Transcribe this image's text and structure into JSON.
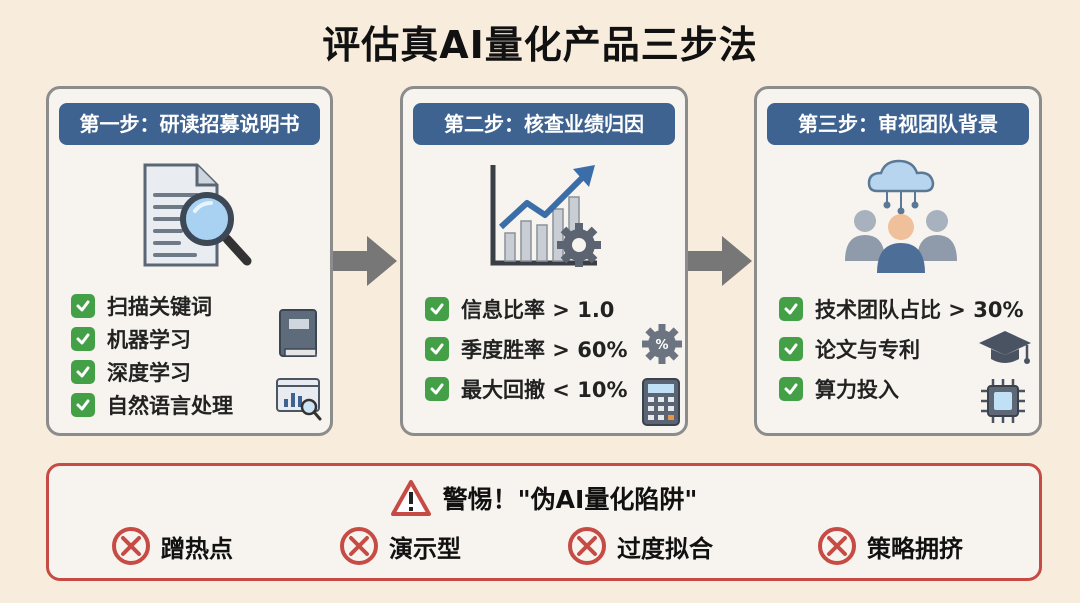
{
  "title": "评估真AI量化产品三步法",
  "steps": [
    {
      "label": "第一步：研读招募说明书",
      "image": "document-magnifier",
      "items": [
        "扫描关键词",
        "机器学习",
        "深度学习",
        "自然语言处理"
      ],
      "side_icons": [
        "book-icon",
        "chart-search-icon"
      ]
    },
    {
      "label": "第二步：核查业绩归因",
      "image": "rising-chart-gear",
      "items": [
        "信息比率 > 1.0",
        "季度胜率 > 60%",
        "最大回撤 < 10%"
      ],
      "side_icons": [
        "percent-gear-icon",
        "calculator-icon"
      ]
    },
    {
      "label": "第三步：审视团队背景",
      "image": "cloud-team",
      "items": [
        "技术团队占比 > 30%",
        "论文与专利",
        "算力投入"
      ],
      "side_icons": [
        "graduation-cap-icon",
        "chip-icon"
      ]
    }
  ],
  "warning": {
    "title": "警惕！\"伪AI量化陷阱\"",
    "items": [
      "蹭热点",
      "演示型",
      "过度拟合",
      "策略拥挤"
    ]
  },
  "colors": {
    "background": "#f8ecdc",
    "step_label": "#3f6390",
    "check": "#43a047",
    "warning_border": "#c74b45",
    "warning_icon": "#c74b45",
    "arrow": "#777777"
  }
}
